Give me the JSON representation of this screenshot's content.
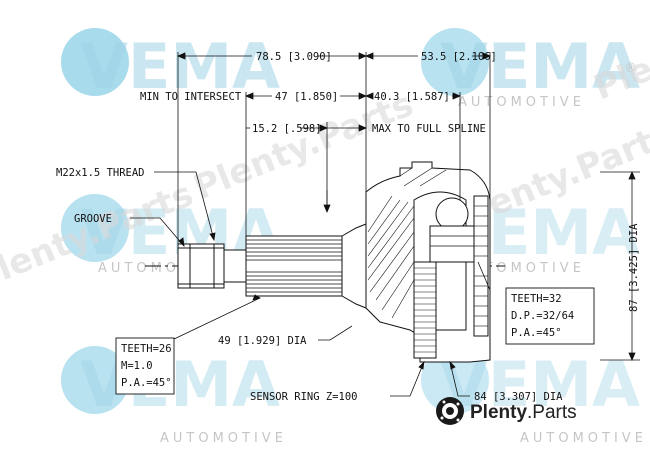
{
  "watermark": {
    "brand": "VEMA",
    "tagline": "AUTOMOTIVE",
    "registered": "®",
    "site": "Plenty.Parts"
  },
  "dimensions": {
    "overall_left": "78.5 [3.090]",
    "overall_right": "53.5 [2.106]",
    "min_to_intersect_label": "MIN TO INTERSECT",
    "min_to_intersect": "47 [1.850]",
    "intersect_right": "40.3 [1.587]",
    "full_spline_len": "15.2 [.598]",
    "max_full_spline_label": "MAX TO FULL SPLINE",
    "thread": "M22x1.5 THREAD",
    "groove": "GROOVE",
    "shaft_dia": "49 [1.929] DIA",
    "outer_dia": "87 [3.425] DIA",
    "sensor_ring": "SENSOR RING Z=100",
    "ring_dia": "84 [3.307] DIA"
  },
  "spline_box_left": {
    "line1": "TEETH=26",
    "line2": "M=1.0",
    "line3": "P.A.=45°"
  },
  "spline_box_right": {
    "line1": "TEETH=32",
    "line2": "D.P.=32/64",
    "line3": "P.A.=45°"
  },
  "logo": {
    "name_bold": "Plenty",
    "name_rest": ".Parts"
  }
}
